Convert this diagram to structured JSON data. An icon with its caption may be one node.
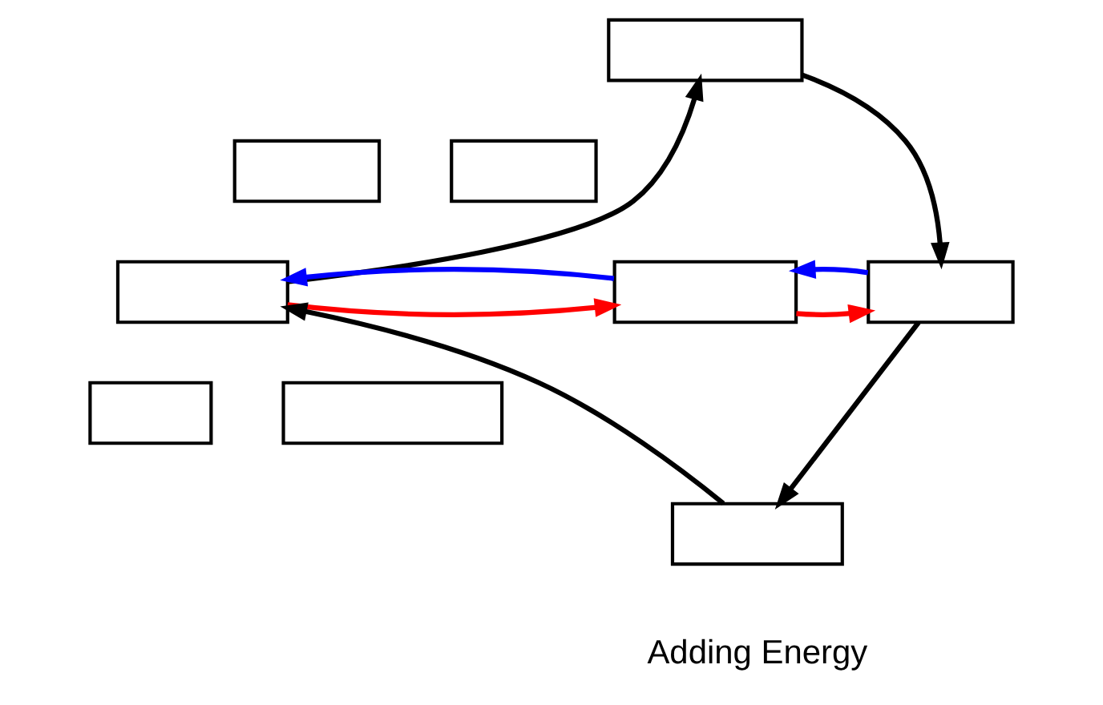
{
  "diagram": {
    "nodes": [
      {
        "text": [],
        "shape": "box"
      },
      {
        "text": [],
        "shape": "box"
      },
      {
        "text": [],
        "shape": "box"
      },
      {
        "text": [],
        "shape": "box"
      },
      {
        "text": [],
        "shape": "box"
      },
      {
        "text": [],
        "shape": "box"
      },
      {
        "text": [],
        "shape": "box"
      },
      {
        "text": [],
        "shape": "box"
      },
      {
        "text": [],
        "shape": "box"
      }
    ],
    "edges": [
      {
        "from": 3,
        "to": 0,
        "arrow": "to"
      },
      {
        "from": 0,
        "to": 5,
        "arrow": "to"
      },
      {
        "from": 5,
        "to": 8,
        "arrow": "to"
      },
      {
        "from": 8,
        "to": 3,
        "arrow": "to"
      },
      {
        "from": 3,
        "to": 4,
        "arrow": "to",
        "color": "#ff0000"
      },
      {
        "from": 4,
        "to": 5,
        "arrow": "to",
        "color": "#ff0000"
      },
      {
        "from": 4,
        "to": 3,
        "arrow": "to",
        "color": "#0000ff"
      },
      {
        "from": 5,
        "to": 4,
        "arrow": "to",
        "color": "#0000ff"
      }
    ],
    "labels": [
      "Adding Energy"
    ]
  }
}
